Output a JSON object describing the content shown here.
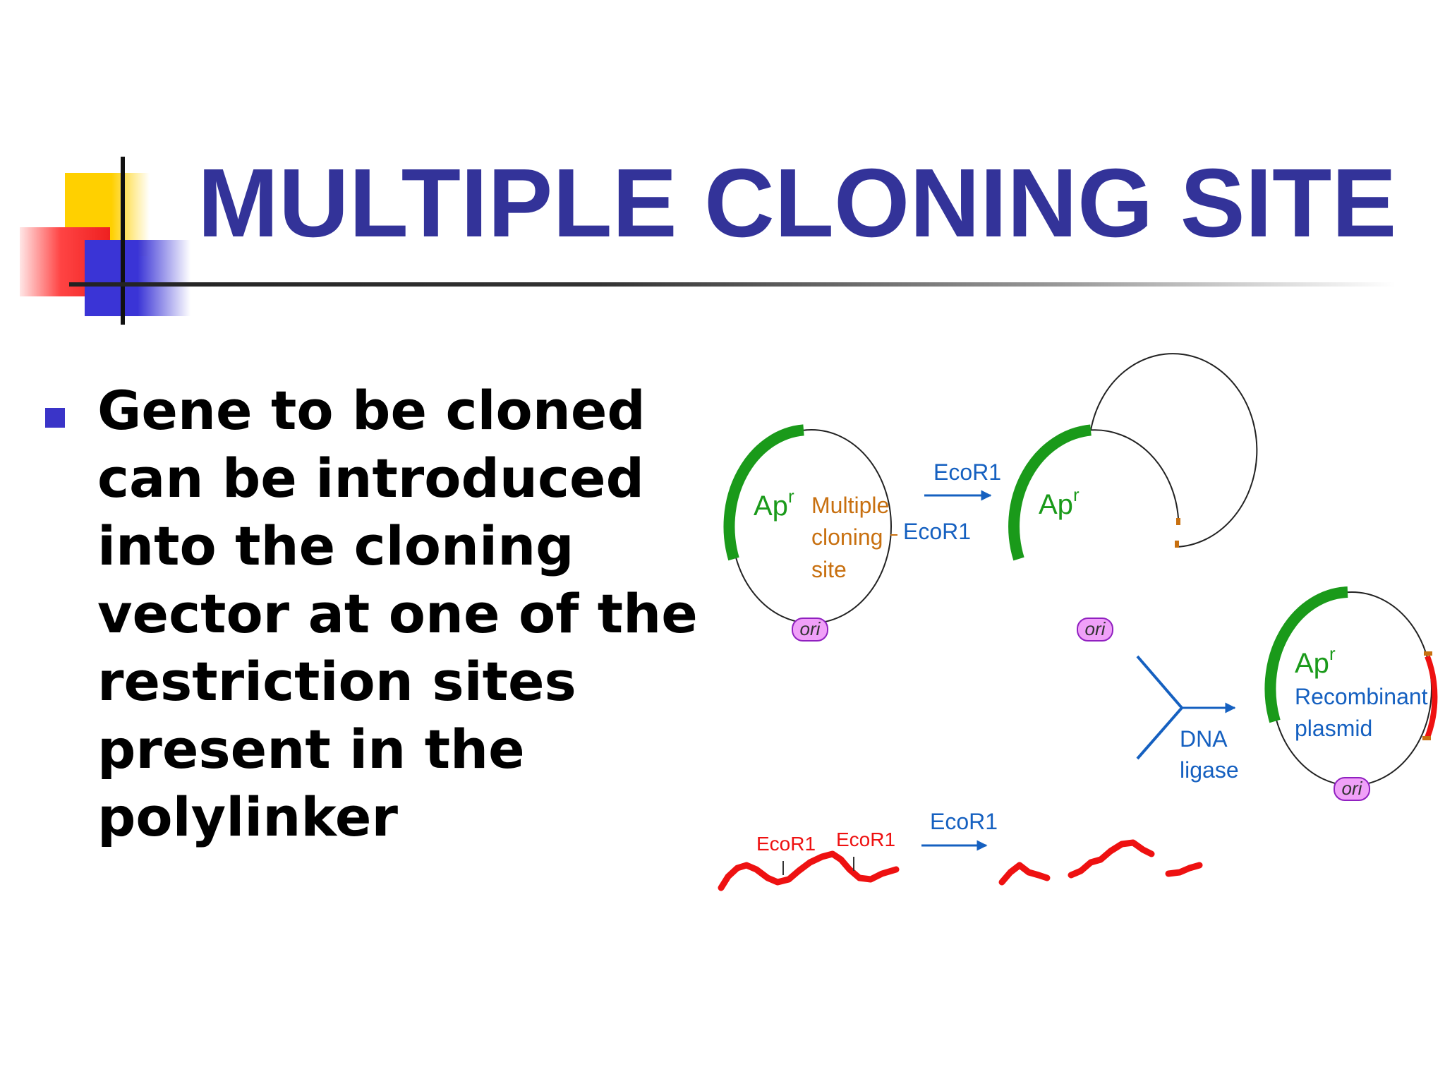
{
  "slide": {
    "title": "MULTIPLE CLONING SITE",
    "bullet": "Gene to be cloned can be introduced into the cloning vector at one of the restriction sites present in the polylinker"
  },
  "diagram": {
    "plasmid1": {
      "resistance_label": "Ap",
      "resistance_sup": "r",
      "mcs_lines": [
        "Multiple",
        "cloning",
        "site"
      ],
      "site_label": "EcoR1",
      "ori_label": "ori"
    },
    "arrow1_label": "EcoR1",
    "plasmid2": {
      "resistance_label": "Ap",
      "resistance_sup": "r",
      "ori_label": "ori"
    },
    "ligase_lines": [
      "DNA",
      "ligase"
    ],
    "plasmid3": {
      "resistance_label": "Ap",
      "resistance_sup": "r",
      "name_lines": [
        "Recombinant",
        "plasmid"
      ],
      "ori_label": "ori"
    },
    "insert": {
      "site_label_1": "EcoR1",
      "site_label_2": "EcoR1",
      "arrow_label": "EcoR1"
    },
    "colors": {
      "title": "#333399",
      "resistance": "#1a9a1a",
      "mcs": "#c87010",
      "enzyme": "#1560c0",
      "insert_dna": "#ee1111",
      "ori_fill": "#f0a0f8",
      "ori_stroke": "#9020c0"
    }
  }
}
